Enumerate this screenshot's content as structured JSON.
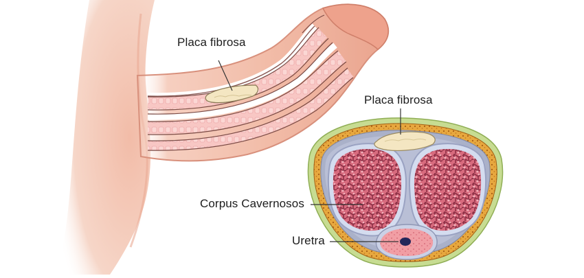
{
  "labels": {
    "plaque_side": "Placa fibrosa",
    "plaque_section": "Placa fibrosa",
    "corpora": "Corpus Cavernosos",
    "urethra": "Uretra"
  },
  "colors": {
    "skin": "#f2c2b0",
    "skin_shadow": "#e9a58f",
    "chamber": "#f7c3c0",
    "chamber_line": "#e58f92",
    "plaque": "#f4e6c2",
    "tunica_outer": "#e5a53a",
    "tunica_dots": "#b86d18",
    "sheath": "#bfd88c",
    "erectile": "#c5576a",
    "erectile_dark": "#8c2f45",
    "septum_ring": "#c7cde8",
    "urethra_body": "#f09aa0",
    "urethra_lumen": "#23275a"
  }
}
